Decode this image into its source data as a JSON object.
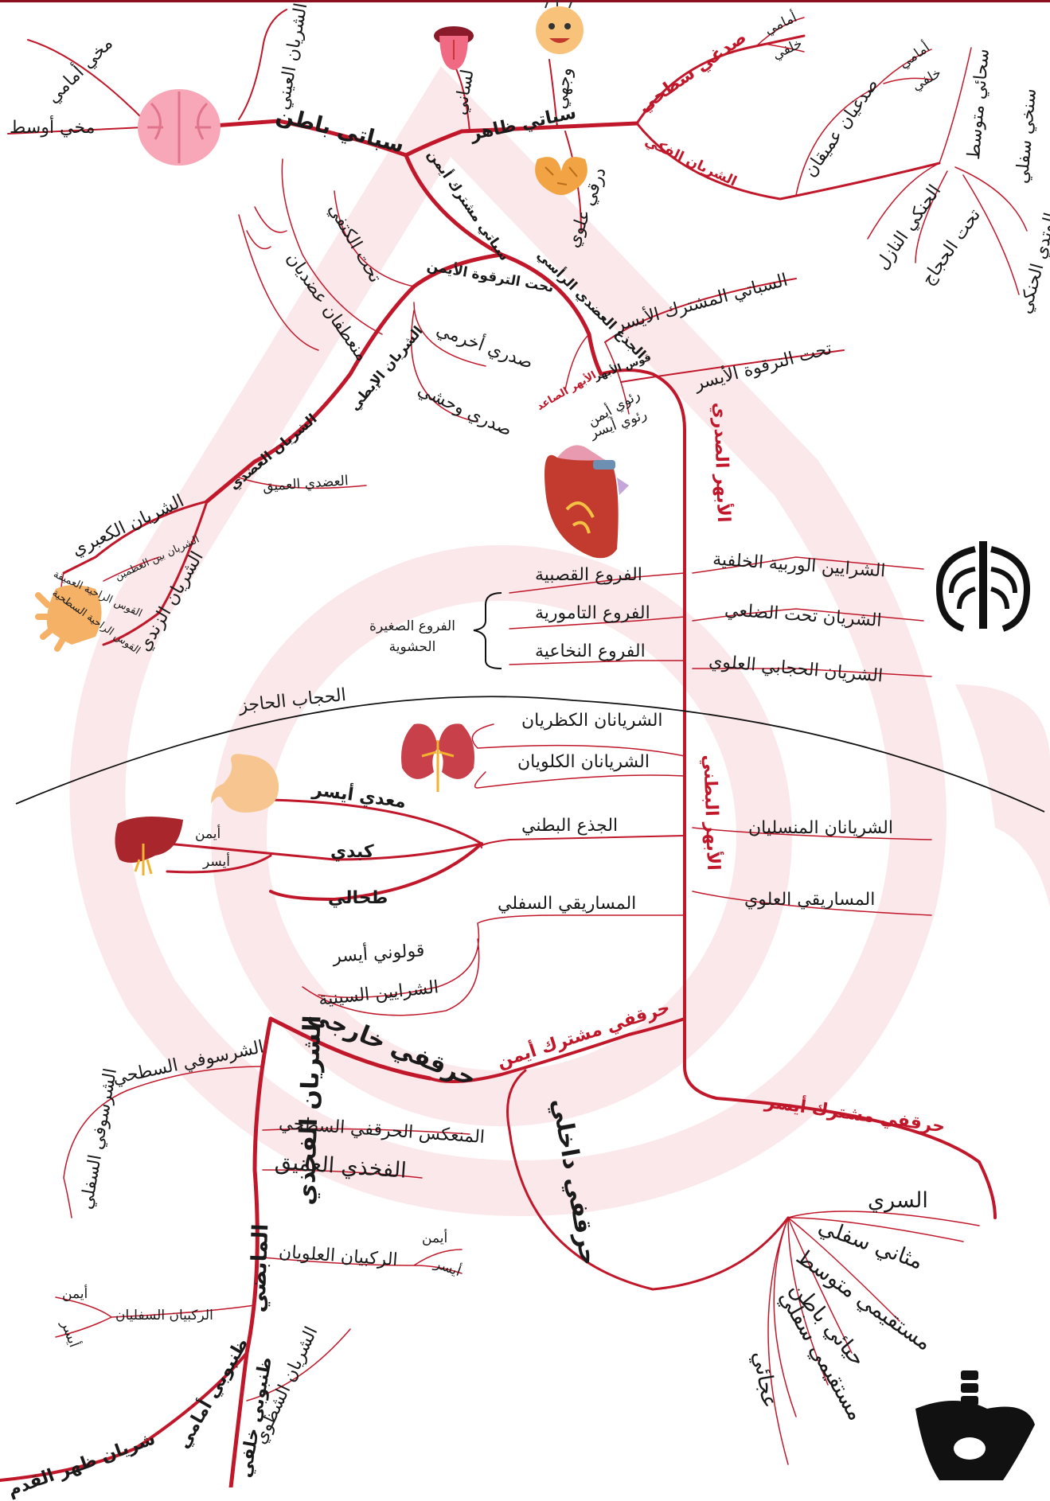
{
  "labels": {
    "internal_carotid": "سباتي باطن",
    "ophthalmic": "الشريان العيني",
    "anterior_cerebral": "مخي أمامي",
    "middle_cerebral": "مخي أوسط",
    "lingual": "لساني",
    "facial": "وجهي",
    "external_carotid": "سباتي ظاهر",
    "superior_thyroid": "درقي علوي",
    "superficial_temporal": "صدغي سطحي",
    "superficial_temporal_anterior": "أمامي",
    "superficial_temporal_posterior": "خلفي",
    "maxillary": "الشريان الفكي",
    "deep_temporal": "صدغيان عميقان",
    "deep_temporal_anterior": "أمامي",
    "deep_temporal_posterior": "خلفي",
    "middle_meningeal": "سحائي متوسط",
    "inferior_alveolar_dental": "سنخي سفلي",
    "descending_palatine": "الحنكي النازل",
    "infraorbital": "تحت الحجاج",
    "sphenopalatine": "الوتدي الحنكي",
    "right_common_carotid": "سباتي مشترك أيمن",
    "brachiocephalic_trunk": "الجذع العضدي الرأسي",
    "right_subclavian": "تحت الترقوة الأيمن",
    "suprascapular": "تحت الكتفي",
    "circumflex_humeral": "منعطفان عضديان",
    "thoracoacromial": "صدري أخرمي",
    "lateral_thoracic": "صدري وحشي",
    "axillary": "الشريان الإبطي",
    "brachial": "الشريان العضدي",
    "deep_brachial": "العضدي العميق",
    "ulnar": "الشريان الكعبري",
    "radial": "الشريان الزندي",
    "interosseous": "الشريان بين العظمين",
    "deep_palmar_arch": "القوس الراحية العميقة",
    "superficial_palmar_arch": "القوس الراحية السطحية",
    "left_common_carotid": "السباتي المشترك الأيسر",
    "left_subclavian": "تحت الترقوة الأيسر",
    "ascending_aorta": "الأبهر الصاعد",
    "aortic_arch": "قوس الأبهر",
    "right_coronary": "رئوي أيمن",
    "left_coronary": "رئوي أيسر",
    "thoracic_aorta": "الأبهر الصدري",
    "posterior_intercostal": "الشرايين الوربية الخلفية",
    "subcostal": "الشريان تحت الضلعي",
    "superior_phrenic": "الشريان الحجابي العلوي",
    "bronchial": "الفروع القصبية",
    "pericardial": "الفروع التامورية",
    "esophageal": "الفروع النخاعية",
    "visceral_group": "الفروع الصغيرة الحشوية",
    "diaphragm": "الحجاب الحاجز",
    "abdominal_aorta": "الأبهر البطني",
    "suprarenal": "الشريانان الكظريان",
    "renal": "الشريانان الكلويان",
    "gonadal": "الشريانان المنسليان",
    "celiac_trunk": "الجذع البطني",
    "left_gastric": "معدي أيسر",
    "hepatic": "كبدي",
    "hepatic_right": "أيمن",
    "hepatic_left": "أيسر",
    "splenic": "طحالي",
    "superior_mesenteric": "المساريقي العلوي",
    "inferior_mesenteric": "المساريقي السفلي",
    "left_colic": "قولوني أيسر",
    "sigmoid": "الشرايين السينية",
    "right_common_iliac": "حرقفي مشترك أيمن",
    "left_common_iliac": "حرقفي مشترك أيسر",
    "external_iliac": "حرقفي خارجي",
    "internal_iliac": "حرقفي داخلي",
    "femoral": "الشريان الفخذي",
    "superficial_epigastric": "الشرسوفي السطحي",
    "inferior_epigastric": "الشرسوفي السفلي",
    "superficial_circumflex_iliac": "المنعكس الحرقفي السطحي",
    "deep_femoral": "الفخذي العميق",
    "popliteal": "المابضي",
    "superior_genicular": "الركبيان العلويان",
    "superior_genicular_right": "أيمن",
    "superior_genicular_left": "أيسر",
    "inferior_genicular": "الركبيان السفليان",
    "inferior_genicular_right": "أيمن",
    "inferior_genicular_left": "أيسر",
    "sural": "الشريان الشظوي",
    "anterior_tibial": "ظنبوبي أمامي",
    "posterior_tibial": "ظنبوبي خلفي",
    "dorsalis_pedis": "شريان ظهر القدم",
    "umbilical": "السري",
    "inferior_vesical": "مثاني سفلي",
    "middle_rectal": "مستقيمي متوسط",
    "internal_pudendal": "حيائي باطن",
    "inferior_rectal": "مستقيمي سفلي",
    "obturator": "عجائي"
  },
  "colors": {
    "artery": "#c0182a",
    "watermark": "#fbe8ea",
    "text": "#1a1a1a",
    "top_border": "#8b1020"
  },
  "icons": [
    "brain-icon",
    "tongue-icon",
    "face-icon",
    "thyroid-icon",
    "heart-icon",
    "ribcage-icon",
    "kidney-icon",
    "stomach-icon",
    "liver-icon",
    "hand-icon",
    "pelvis-icon"
  ]
}
